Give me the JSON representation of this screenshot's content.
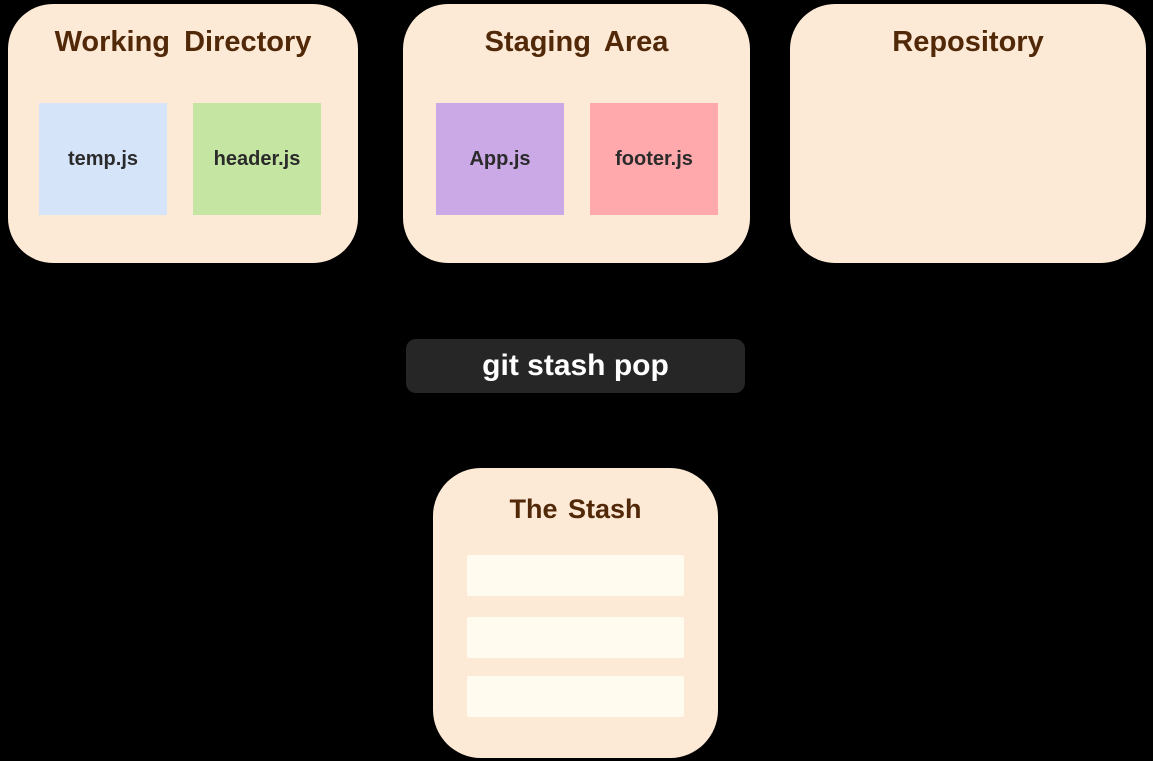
{
  "page": {
    "background": "#000000"
  },
  "panels": [
    {
      "id": "working-directory",
      "title": "Working Directory",
      "files": [
        {
          "name": "temp.js",
          "color": "#D6E4FA"
        },
        {
          "name": "header.js",
          "color": "#C4E6A2"
        }
      ]
    },
    {
      "id": "staging-area",
      "title": "Staging Area",
      "files": [
        {
          "name": "App.js",
          "color": "#CAA9E6"
        },
        {
          "name": "footer.js",
          "color": "#FFA9AD"
        }
      ]
    },
    {
      "id": "repository",
      "title": "Repository",
      "files": []
    }
  ],
  "command": {
    "label": "git stash pop",
    "background": "#262626",
    "text_color": "#FFFFFF"
  },
  "stash": {
    "title": "The Stash",
    "slot_count": 3,
    "slot_color": "#FFFBEE"
  },
  "colors": {
    "panel_background": "#FDEAD6",
    "title_text": "#512808",
    "file_label_text": "#2B2B2B"
  }
}
